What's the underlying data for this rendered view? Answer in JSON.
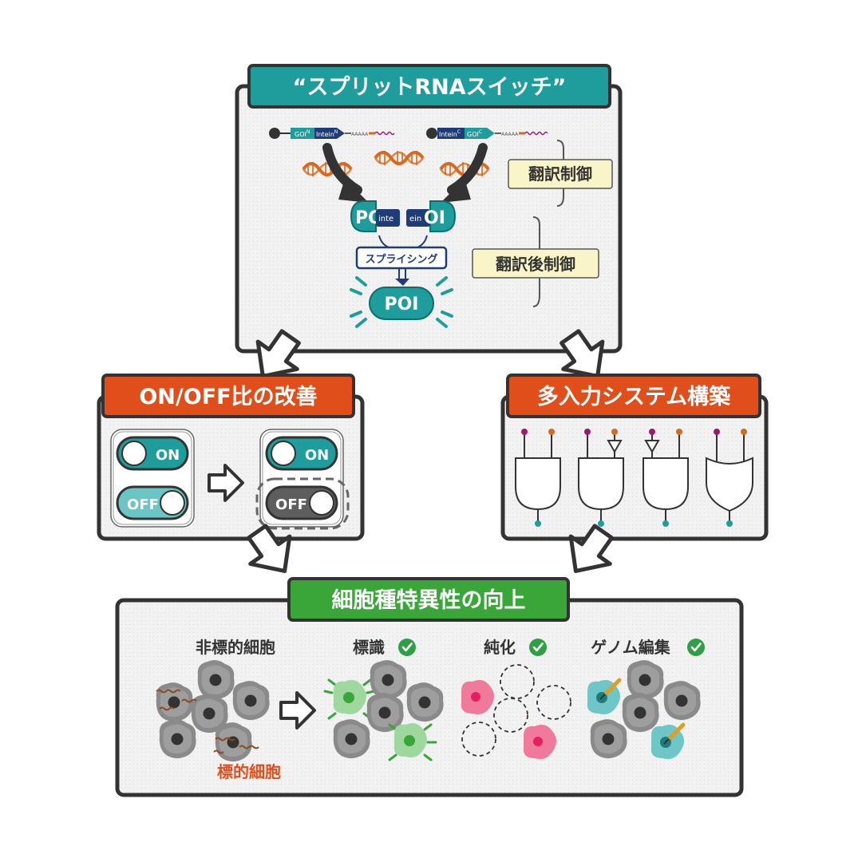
{
  "top_box": {
    "title": "“スプリットRNAスイッチ”",
    "mrna_left": {
      "gene": "GOI",
      "gene_sup": "N",
      "intein": "Intein",
      "intein_sup": "N",
      "polyA": "AAAAA"
    },
    "mrna_right": {
      "gene": "GOI",
      "gene_sup": "C",
      "intein": "Intein",
      "intein_sup": "C",
      "polyA": "AAAAA"
    },
    "split_left_label": "PO",
    "split_right_label": "OI",
    "intein_left_label": "inte",
    "intein_right_label": "ein",
    "splicing_label": "スプライシング",
    "product_label": "POI",
    "translational_control": "翻訳制御",
    "post_translational_control": "翻訳後制御"
  },
  "onoff_box": {
    "title": "ON/OFF比の改善",
    "on_label": "ON",
    "off_label": "OFF"
  },
  "multi_input_box": {
    "title": "多入力システム構築",
    "gates": [
      "and",
      "and-not-left",
      "and-not-right",
      "or"
    ]
  },
  "specificity_box": {
    "title": "細胞種特異性の向上",
    "non_target_label": "非標的細胞",
    "target_label": "標的細胞",
    "app_labeling": "標識",
    "app_purification": "純化",
    "app_genome_editing": "ゲノム編集"
  },
  "colors": {
    "teal": "#1f9c9c",
    "orange": "#e04e1b",
    "green": "#3aa63a",
    "navy": "#1f3c7a",
    "rna_orange": "#d9691c",
    "input_magenta": "#a0186c",
    "input_orange": "#d9691c",
    "output_teal": "#1f9c9c"
  }
}
